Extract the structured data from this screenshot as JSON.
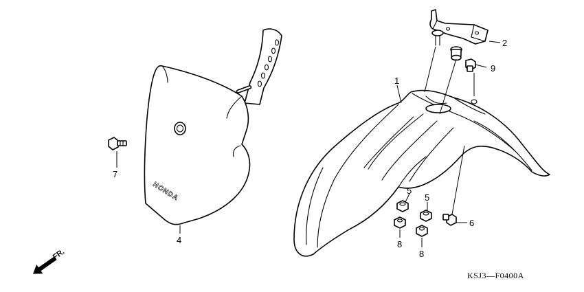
{
  "diagram": {
    "callouts": {
      "p1": "1",
      "p2": "2",
      "p4": "4",
      "p5a": "5",
      "p5b": "5",
      "p6": "6",
      "p7": "7",
      "p8a": "8",
      "p8b": "8",
      "p9": "9"
    },
    "direction_label": "FR.",
    "brand_text": "HONDA",
    "figure_code": "KSJ3—F0400A"
  }
}
